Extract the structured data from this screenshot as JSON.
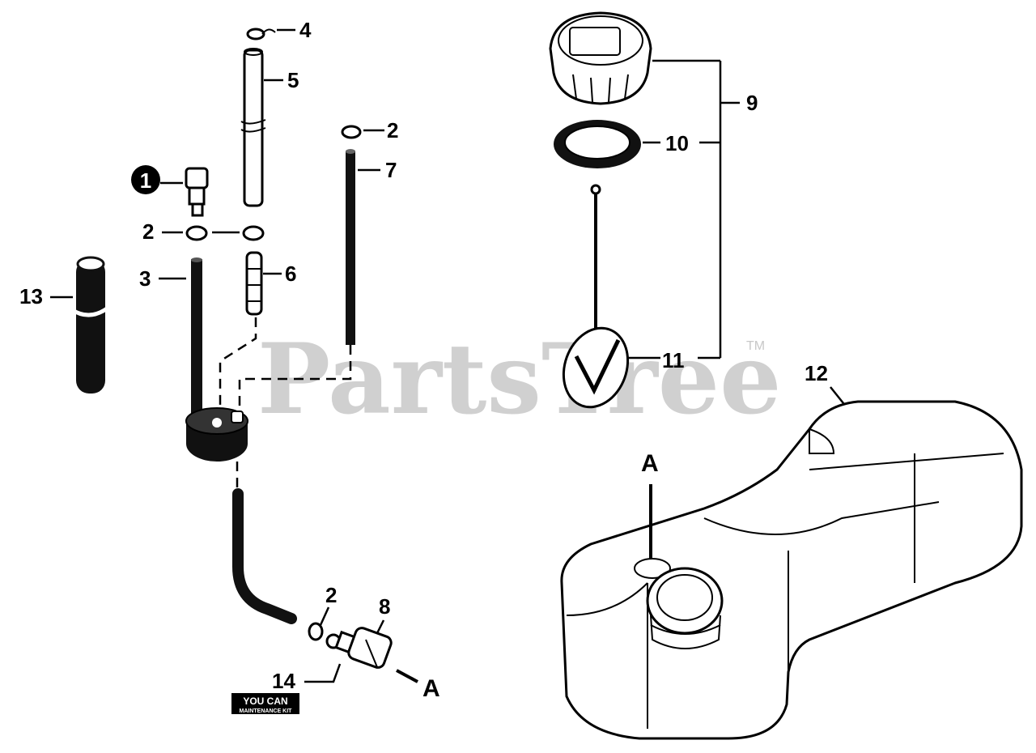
{
  "watermark": {
    "text": "PartsTree",
    "tm": "TM"
  },
  "callouts": {
    "c1": "1",
    "c2a": "2",
    "c2b": "2",
    "c2c": "2",
    "c3": "3",
    "c4": "4",
    "c5": "5",
    "c6": "6",
    "c7": "7",
    "c8": "8",
    "c9": "9",
    "c10": "10",
    "c11": "11",
    "c12": "12",
    "c13": "13",
    "c14": "14",
    "cA1": "A",
    "cA2": "A"
  },
  "badge": {
    "line1": "YOU CAN",
    "line2": "MAINTENANCE KIT"
  }
}
